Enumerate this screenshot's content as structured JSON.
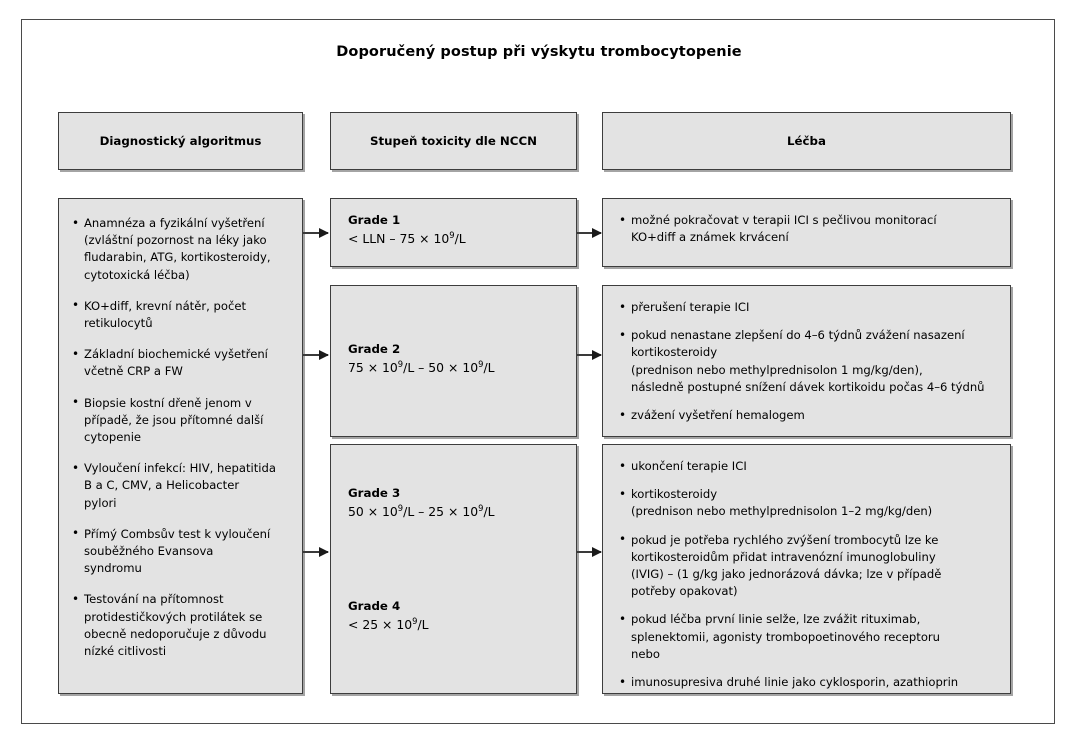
{
  "title": "Doporučený postup při výskytu trombocytopenie",
  "headers": {
    "col1": "Diagnostický algoritmus",
    "col2": "Stupeň toxicity dle NCCN",
    "col3": "Léčba"
  },
  "diagnostic_steps": [
    {
      "lines": [
        "Anamnéza a fyzikální vyšetření",
        "(zvláštní pozornost na léky jako",
        "fludarabin, ATG, kortikosteroidy,",
        "cytotoxická léčba)"
      ]
    },
    {
      "lines": [
        "KO+diff, krevní nátěr, počet",
        "retikulocytů"
      ]
    },
    {
      "lines": [
        "Základní biochemické vyšetření",
        "včetně CRP a FW"
      ]
    },
    {
      "lines": [
        "Biopsie kostní dřeně jenom v",
        "případě, že jsou přítomné další",
        "cytopenie"
      ]
    },
    {
      "lines": [
        "Vyloučení infekcí: HIV, hepatitida",
        "B a C, CMV, a Helicobacter",
        "pylori"
      ]
    },
    {
      "lines": [
        "Přímý Combsův test k vyloučení",
        "souběžného Evansova",
        "syndromu"
      ]
    },
    {
      "lines": [
        "Testování na přítomnost",
        "protidestičkových protilátek se",
        "obecně nedoporučuje z důvodu",
        "nízké citlivosti"
      ]
    }
  ],
  "grades": [
    {
      "label": "Grade 1",
      "value_pre": "< LLN – 75 × 10",
      "value_sup": "9",
      "value_post": "/L",
      "value_plain": "< LLN – 75 × 10⁹/L"
    },
    {
      "label": "Grade 2",
      "value_pre": "75 × 10",
      "value_sup": "9",
      "value_mid": "/L – 50 × 10",
      "value_sup2": "9",
      "value_post": "/L",
      "value_plain": "75 × 10⁹/L – 50 × 10⁹/L"
    },
    {
      "label": "Grade 3",
      "value_pre": "50 × 10",
      "value_sup": "9",
      "value_mid": "/L – 25 × 10",
      "value_sup2": "9",
      "value_post": "/L",
      "value_plain": "50 × 10⁹/L – 25 × 10⁹/L"
    },
    {
      "label": "Grade 4",
      "value_pre": "< 25 × 10",
      "value_sup": "9",
      "value_post": "/L",
      "value_plain": "< 25 × 10⁹/L"
    }
  ],
  "treatments": {
    "grade1": [
      {
        "lines": [
          "možné pokračovat v terapii ICI s pečlivou monitorací",
          "KO+diff a známek krvácení"
        ]
      }
    ],
    "grade2": [
      {
        "lines": [
          "přerušení terapie ICI"
        ]
      },
      {
        "lines": [
          "pokud nenastane zlepšení do 4–6 týdnů zvážení nasazení",
          "kortikosteroidy",
          "(prednison nebo methylprednisolon 1 mg/kg/den),",
          "následně postupné snížení dávek kortikoidu počas 4–6 týdnů"
        ]
      },
      {
        "lines": [
          "zvážení vyšetření hemalogem"
        ]
      }
    ],
    "grade34": [
      {
        "lines": [
          "ukončení terapie ICI"
        ]
      },
      {
        "lines": [
          "kortikosteroidy",
          "(prednison nebo methylprednisolon 1–2 mg/kg/den)"
        ]
      },
      {
        "lines": [
          "pokud je potřeba rychlého zvýšení trombocytů lze ke",
          "kortikosteroidům přidat intravenózní imunoglobuliny",
          "(IVIG) – (1 g/kg jako jednorázová dávka; lze v případě",
          "potřeby opakovat)"
        ]
      },
      {
        "lines": [
          "pokud léčba první linie selže, lze zvážit rituximab,",
          "splenektomii, agonisty trombopoetinového receptoru",
          "nebo"
        ]
      },
      {
        "lines": [
          "imunosupresiva druhé linie jako cyklosporin, azathioprin"
        ]
      }
    ]
  },
  "colors": {
    "box_fill": "#e3e3e3",
    "box_border": "#3d3d3d",
    "frame_border": "#4a4a4a",
    "text": "#000000",
    "arrow": "#3a3a3a"
  }
}
